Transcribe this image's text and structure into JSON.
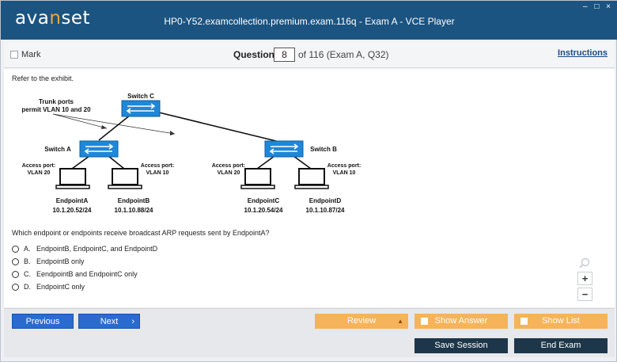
{
  "titlebar": {
    "logo_part1": "ava",
    "logo_part2": "n",
    "logo_part3": "set",
    "title": "HP0-Y52.examcollection.premium.exam.116q - Exam A - VCE Player",
    "controls": "– □ ×"
  },
  "question_bar": {
    "mark_label": "Mark",
    "question_label": "Question",
    "question_number": "8",
    "question_of": "of 116 (Exam A, Q32)",
    "instructions_label": "Instructions"
  },
  "content": {
    "refer_text": "Refer to the exhibit.",
    "exhibit": {
      "trunk_label_line1": "Trunk ports",
      "trunk_label_line2": "permit VLAN 10 and 20",
      "switch_c": "Switch C",
      "switch_a": "Switch A",
      "switch_b": "Switch B",
      "access_label": "Access port:",
      "vlan20": "VLAN 20",
      "vlan10": "VLAN 10",
      "endpoint_a_name": "EndpointA",
      "endpoint_a_ip": "10.1.20.52/24",
      "endpoint_b_name": "EndpointB",
      "endpoint_b_ip": "10.1.10.88/24",
      "endpoint_c_name": "EndpointC",
      "endpoint_c_ip": "10.1.20.54/24",
      "endpoint_d_name": "EndpointD",
      "endpoint_d_ip": "10.1.10.87/24"
    },
    "question_text": "Which endpoint or endpoints receive broadcast ARP requests sent by EndpointA?",
    "options": [
      {
        "letter": "A.",
        "text": "EndpointB, EndpointC, and EndpointD"
      },
      {
        "letter": "B.",
        "text": "EndpointB only"
      },
      {
        "letter": "C.",
        "text": "EendpointB and EndpointC only"
      },
      {
        "letter": "D.",
        "text": "EndpointC only"
      }
    ],
    "zoom_in": "+",
    "zoom_out": "−"
  },
  "bottom_bar": {
    "previous": "Previous",
    "next": "Next",
    "review": "Review",
    "show_answer": "Show Answer",
    "show_list": "Show List",
    "save_session": "Save Session",
    "end_exam": "End Exam"
  },
  "colors": {
    "titlebar": "#1c5481",
    "accent": "#f3a53a",
    "nav_button": "#2a6bd0",
    "orange_button": "#f6b35a",
    "dark_button": "#1d3649",
    "switch_blue": "#1e87d8"
  }
}
